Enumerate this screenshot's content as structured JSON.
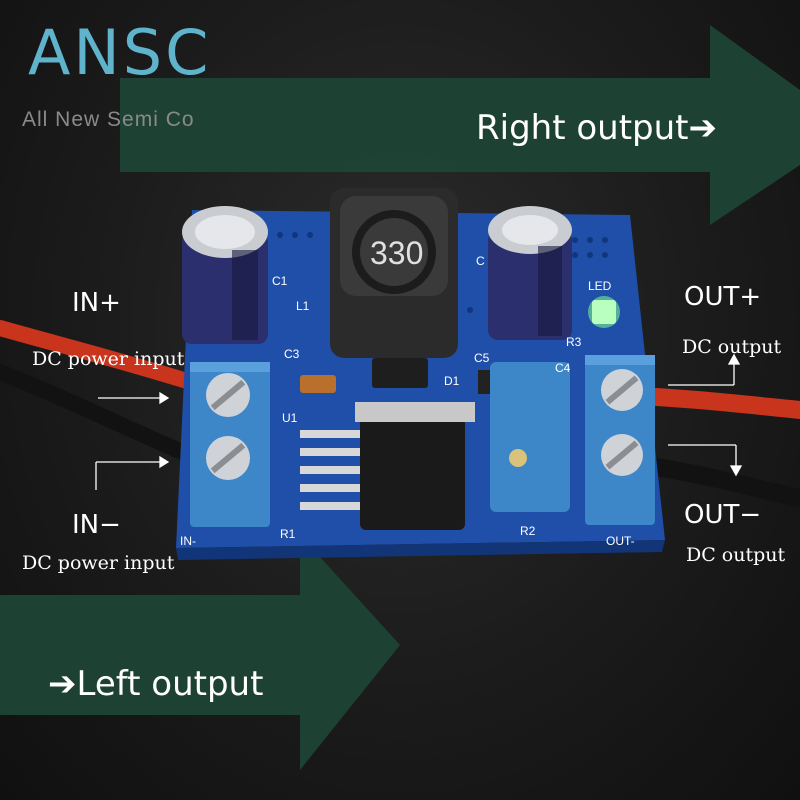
{
  "logo": {
    "mark": "ANSC",
    "tagline": "All New Semi Co"
  },
  "labels": {
    "right_output": "Right output➔",
    "left_output": "➔Left output",
    "in_plus": "IN+",
    "in_plus_desc": "DC power input",
    "in_minus": "IN−",
    "in_minus_desc": "DC power input",
    "out_plus": "OUT+",
    "out_plus_desc": "DC output",
    "out_minus": "OUT−",
    "out_minus_desc": "DC output"
  },
  "board": {
    "inductor_marking": "330",
    "silkscreen": {
      "c1": "C1",
      "l1": "L1",
      "c3": "C3",
      "u1": "U1",
      "r1": "R1",
      "d1": "D1",
      "c5": "C5",
      "c4": "C4",
      "r3": "R3",
      "r2": "R2",
      "led": "LED",
      "in_minus": "IN-",
      "out_minus": "OUT-",
      "c2": "C"
    }
  },
  "colors": {
    "arrow_green": "#1f4a3a",
    "pcb_blue": "#1f4fa8",
    "terminal_blue": "#3d86c8",
    "logo_blue": "#5fb4cc",
    "wire_red": "#c9341c",
    "wire_black": "#121212",
    "led_green": "#7dff8c"
  }
}
